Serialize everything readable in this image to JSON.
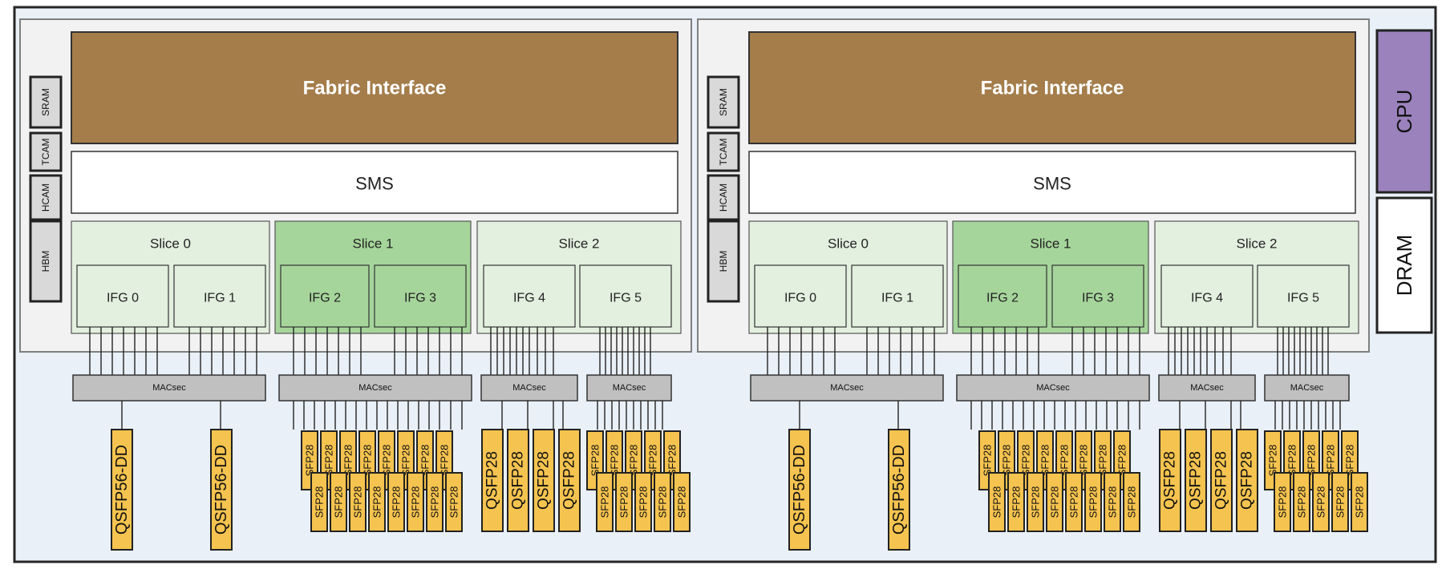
{
  "board": {
    "chips": [
      {
        "fabric_label": "Fabric Interface",
        "sms_label": "SMS",
        "memories": [
          "SRAM",
          "TCAM",
          "HCAM",
          "HBM"
        ],
        "slices": [
          {
            "label": "Slice 0",
            "ifgs": [
              "IFG 0",
              "IFG 1"
            ]
          },
          {
            "label": "Slice 1",
            "ifgs": [
              "IFG 2",
              "IFG 3"
            ]
          },
          {
            "label": "Slice 2",
            "ifgs": [
              "IFG 4",
              "IFG 5"
            ]
          }
        ],
        "macsec": [
          "MACsec",
          "MACsec",
          "MACsec",
          "MACsec"
        ],
        "ports": [
          {
            "group": "macsec-0",
            "labels": [
              "QSFP56-DD",
              "QSFP56-DD"
            ]
          },
          {
            "group": "macsec-1-top",
            "labels": [
              "SFP28",
              "SFP28",
              "SFP28",
              "SFP28",
              "SFP28",
              "SFP28",
              "SFP28",
              "SFP28"
            ]
          },
          {
            "group": "macsec-1-bottom",
            "labels": [
              "SFP28",
              "SFP28",
              "SFP28",
              "SFP28",
              "SFP28",
              "SFP28",
              "SFP28",
              "SFP28"
            ]
          },
          {
            "group": "macsec-2",
            "labels": [
              "QSFP28",
              "QSFP28",
              "QSFP28",
              "QSFP28"
            ]
          },
          {
            "group": "macsec-3-top",
            "labels": [
              "SFP28",
              "SFP28",
              "SFP28",
              "SFP28",
              "SFP28"
            ]
          },
          {
            "group": "macsec-3-bottom",
            "labels": [
              "SFP28",
              "SFP28",
              "SFP28",
              "SFP28",
              "SFP28"
            ]
          }
        ]
      },
      {
        "fabric_label": "Fabric Interface",
        "sms_label": "SMS",
        "memories": [
          "SRAM",
          "TCAM",
          "HCAM",
          "HBM"
        ],
        "slices": [
          {
            "label": "Slice 0",
            "ifgs": [
              "IFG 0",
              "IFG 1"
            ]
          },
          {
            "label": "Slice 1",
            "ifgs": [
              "IFG 2",
              "IFG 3"
            ]
          },
          {
            "label": "Slice 2",
            "ifgs": [
              "IFG 4",
              "IFG 5"
            ]
          }
        ],
        "macsec": [
          "MACsec",
          "MACsec",
          "MACsec",
          "MACsec"
        ],
        "ports": [
          {
            "group": "macsec-0",
            "labels": [
              "QSFP56-DD",
              "QSFP56-DD"
            ]
          },
          {
            "group": "macsec-1-top",
            "labels": [
              "SFP28",
              "SFP28",
              "SFP28",
              "SFP28",
              "SFP28",
              "SFP28",
              "SFP28",
              "SFP28"
            ]
          },
          {
            "group": "macsec-1-bottom",
            "labels": [
              "SFP28",
              "SFP28",
              "SFP28",
              "SFP28",
              "SFP28",
              "SFP28",
              "SFP28",
              "SFP28"
            ]
          },
          {
            "group": "macsec-2",
            "labels": [
              "QSFP28",
              "QSFP28",
              "QSFP28",
              "QSFP28"
            ]
          },
          {
            "group": "macsec-3-top",
            "labels": [
              "SFP28",
              "SFP28",
              "SFP28",
              "SFP28",
              "SFP28"
            ]
          },
          {
            "group": "macsec-3-bottom",
            "labels": [
              "SFP28",
              "SFP28",
              "SFP28",
              "SFP28",
              "SFP28"
            ]
          }
        ]
      }
    ],
    "cpu_label": "CPU",
    "dram_label": "DRAM"
  },
  "colors": {
    "board_bg": "#e9f0f7",
    "chip_bg": "#f2f2f2",
    "fabric": "#a47d4b",
    "slice_light": "#e3efdf",
    "slice_green": "#a6d59b",
    "macsec": "#c0c0c0",
    "port": "#f5c34f",
    "cpu": "#9b82bd",
    "memory": "#d9d9d9"
  }
}
